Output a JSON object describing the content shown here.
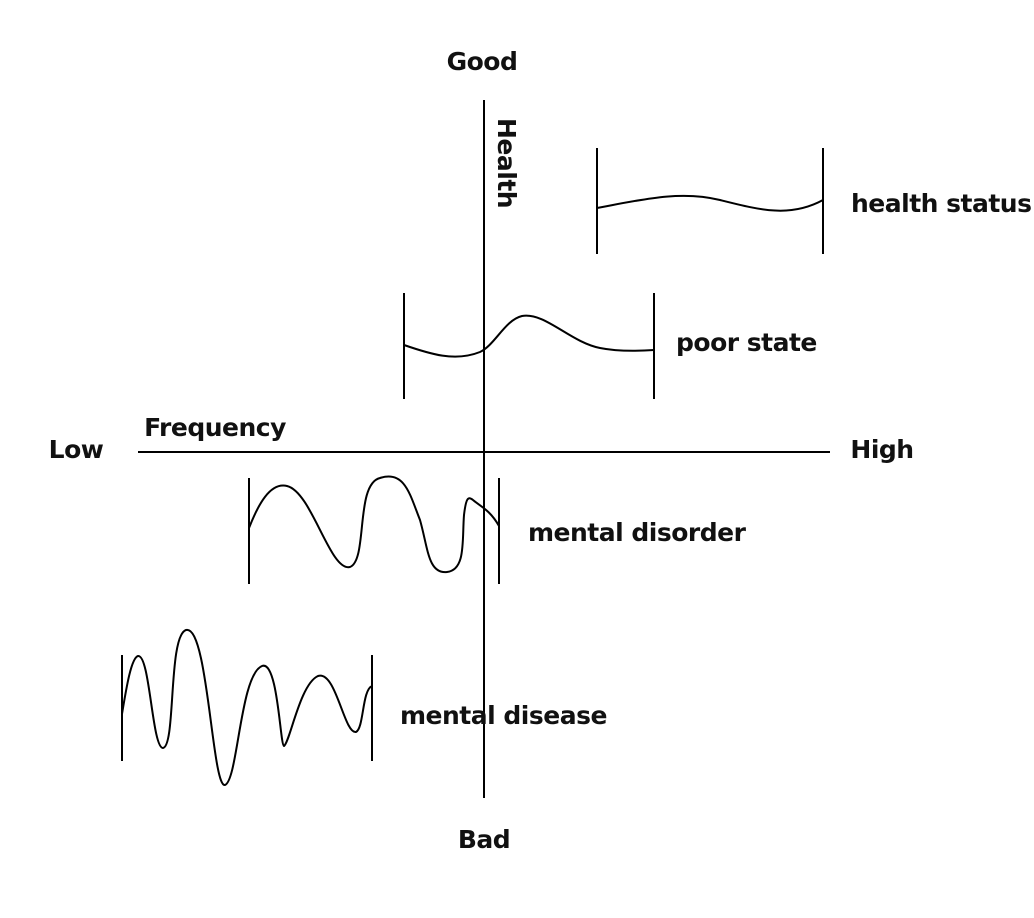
{
  "axes": {
    "vertical_top_label": "Good",
    "vertical_bottom_label": "Bad",
    "vertical_axis_name": "Health",
    "horizontal_left_label": "Low",
    "horizontal_right_label": "High",
    "horizontal_axis_name": "Frequency"
  },
  "states": [
    {
      "label": "health status"
    },
    {
      "label": "poor state"
    },
    {
      "label": "mental disorder"
    },
    {
      "label": "mental disease"
    }
  ],
  "colors": {
    "line": "#000000",
    "text": "#111111",
    "background": "#ffffff"
  }
}
